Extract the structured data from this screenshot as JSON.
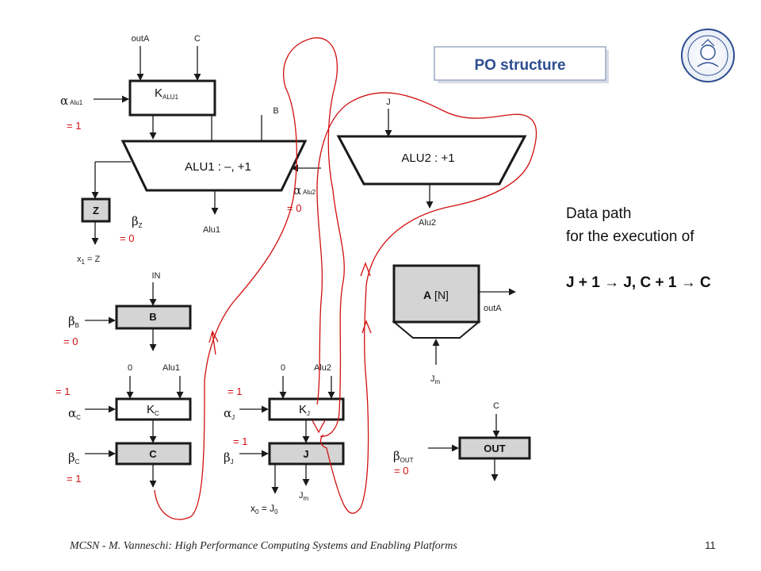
{
  "slide": {
    "title": "PO  structure",
    "side_text": {
      "line1": "Data path",
      "line2": "for the execution of",
      "line3": "J + 1 → J, C + 1 → C"
    },
    "footer": "MCSN  -    M. Vanneschi: High Performance Computing Systems and Enabling Platforms",
    "page_number": "11"
  },
  "kalu1": {
    "name": "K",
    "sub": "ALU1",
    "in1": "outA",
    "in2": "C",
    "alpha_sub": "Alu1",
    "alpha_val": "= 1"
  },
  "alu1": {
    "label": "ALU1 : –, +1",
    "in_b": "B",
    "out": "Alu1",
    "alpha_sub": "Alu2",
    "alpha_val": "= 0"
  },
  "alu2": {
    "label": "ALU2 : +1",
    "in_j": "J",
    "out": "Alu2"
  },
  "z": {
    "name": "Z",
    "beta_sub": "Z",
    "beta_val": "= 0",
    "out_pre": "x",
    "out_sub": "1",
    "out_post": " = Z"
  },
  "b": {
    "name": "B",
    "in": "IN",
    "beta_sub": "B",
    "beta_val": "= 0"
  },
  "kc": {
    "name": "K",
    "sub": "C",
    "in0": "0",
    "in1": "Alu1",
    "alpha_sub": "C",
    "alpha_val": "= 1"
  },
  "c": {
    "name": "C",
    "beta_sub": "C",
    "beta_val": "= 1"
  },
  "kj": {
    "name": "K",
    "sub": "J",
    "in0": "0",
    "in1": "Alu2",
    "alpha_sub": "J",
    "alpha_val": "= 1"
  },
  "j": {
    "name": "J",
    "beta_sub": "J",
    "beta_val": "= 1",
    "out1_pre": "x",
    "out1_sub": "0",
    "out1_post": " = J",
    "out1_sub2": "0",
    "out2_pre": "J",
    "out2_sub": "m"
  },
  "mem": {
    "name": "A",
    "size": " [N]",
    "out": "outA",
    "in_pre": "J",
    "in_sub": "m"
  },
  "out": {
    "name": "OUT",
    "in": "C",
    "beta_sub": "OUT",
    "beta_val": "= 0"
  },
  "colors": {
    "accent_red": "#d01010",
    "title_blue": "#2c4d8f",
    "register_gray": "#d4d4d4"
  }
}
